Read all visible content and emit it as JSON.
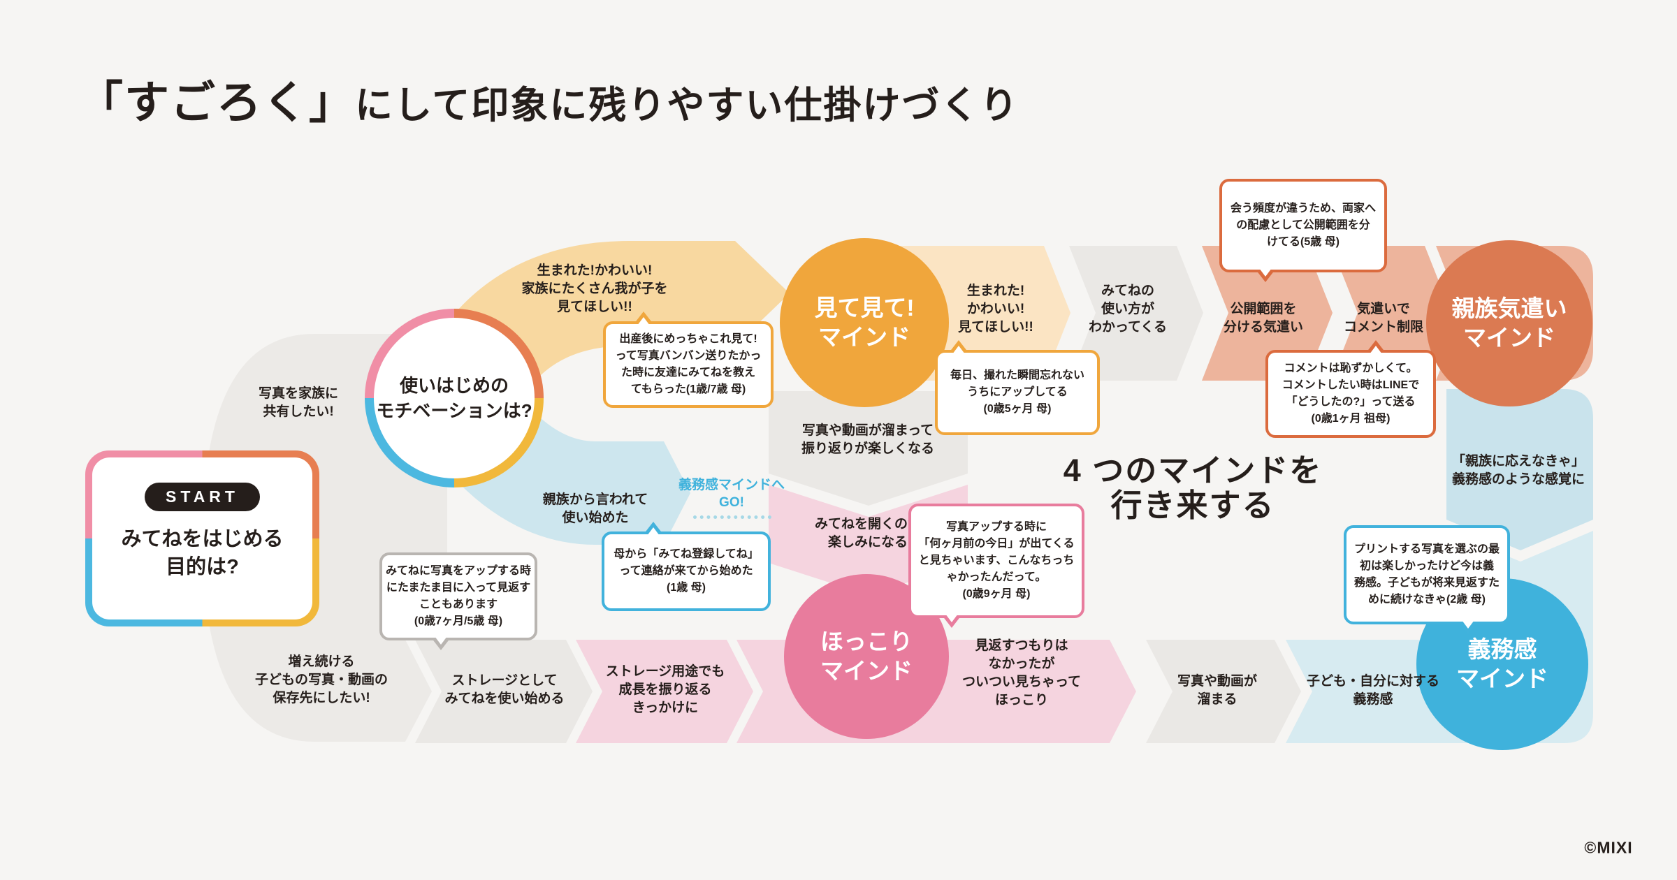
{
  "title": {
    "bracket": "「すごろく」",
    "rest": "にして印象に残りやすい仕掛けづくり"
  },
  "credit": "©MIXI",
  "colors": {
    "background": "#F6F5F3",
    "ink": "#251E1B",
    "mind_mitemite": "#F0A63C",
    "mind_hokkori": "#E87C9D",
    "mind_shinzoku": "#DB7A52",
    "mind_gimukan": "#3FB2DC",
    "band_yellow": "#F8D8A0",
    "band_light_orange": "#FBE4C3",
    "band_gray": "#EAE8E5",
    "band_salmon": "#EDB49C",
    "band_pink": "#F5D4DF",
    "band_light_blue": "#CDE6EE",
    "start_border": [
      "#F08EA6",
      "#E77E51",
      "#F1B83B",
      "#4CB8E0"
    ]
  },
  "start": {
    "badge": "START",
    "question_lines": [
      "みてねをはじめる",
      "目的は?"
    ]
  },
  "motivation": {
    "lines": [
      "使いはじめの",
      "モチベーションは?"
    ]
  },
  "center_note": {
    "lines": [
      "4 つのマインドを",
      "行き来する"
    ]
  },
  "minds": {
    "mitemite": {
      "lines": [
        "見て見て!",
        "マインド"
      ]
    },
    "hokkori": {
      "lines": [
        "ほっこり",
        "マインド"
      ]
    },
    "shinzoku": {
      "lines": [
        "親族気遣い",
        "マインド"
      ]
    },
    "gimukan": {
      "lines": [
        "義務感",
        "マインド"
      ]
    }
  },
  "steps": {
    "share_family": {
      "lines": [
        "写真を家族に",
        "共有したい!"
      ]
    },
    "born_family": {
      "lines": [
        "生まれた!かわいい!",
        "家族にたくさん我が子を",
        "見てほしい!!"
      ]
    },
    "born_short": {
      "lines": [
        "生まれた!",
        "かわいい!",
        "見てほしい!!"
      ]
    },
    "usage_clear": {
      "lines": [
        "みてねの",
        "使い方が",
        "わかってくる"
      ]
    },
    "scope_care": {
      "lines": [
        "公開範囲を",
        "分ける気遣い"
      ]
    },
    "comment_limit": {
      "lines": [
        "気遣いで",
        "コメント制限"
      ]
    },
    "obligation_feel": {
      "lines": [
        "「親族に応えなきゃ」",
        "義務感のような感覚に"
      ]
    },
    "photos_accumulate_fun": {
      "lines": [
        "写真や動画が溜まって",
        "振り返りが楽しくなる"
      ]
    },
    "open_fun": {
      "lines": [
        "みてねを開くのが",
        "楽しみになる"
      ]
    },
    "relatives_told": {
      "lines": [
        "親族から言われて",
        "使い始めた"
      ]
    },
    "go_gimukan": {
      "lines": [
        "義務感マインドへ",
        "GO!"
      ]
    },
    "storage_wish": {
      "lines": [
        "増え続ける",
        "子どもの写真・動画の",
        "保存先にしたい!"
      ]
    },
    "storage_start": {
      "lines": [
        "ストレージとして",
        "みてねを使い始める"
      ]
    },
    "storage_lookback": {
      "lines": [
        "ストレージ用途でも",
        "成長を振り返る",
        "きっかけに"
      ]
    },
    "unintended_lookback": {
      "lines": [
        "見返すつもりは",
        "なかったが",
        "ついつい見ちゃって",
        "ほっこり"
      ]
    },
    "photos_pile": {
      "lines": [
        "写真や動画が",
        "溜まる"
      ]
    },
    "duty_self": {
      "lines": [
        "子ども・自分に対する",
        "義務感"
      ]
    }
  },
  "bubbles": {
    "upload_glance": {
      "lines": [
        "みてねに写真をアップする時",
        "にたまたま目に入って見返す",
        "こともあります",
        "(0歳7ヶ月/5歳 母)"
      ]
    },
    "after_birth": {
      "lines": [
        "出産後にめっちゃこれ見て!",
        "って写真バンバン送りたかっ",
        "た時に友達にみてねを教え",
        "てもらった(1歳/7歳 母)"
      ]
    },
    "everyday_upload": {
      "lines": [
        "毎日、撮れた瞬間忘れない",
        "うちにアップしてる",
        "(0歳5ヶ月 母)"
      ]
    },
    "meet_frequency": {
      "lines": [
        "会う頻度が違うため、両家へ",
        "の配慮として公開範囲を分",
        "けてる(5歳 母)"
      ]
    },
    "comment_shy": {
      "lines": [
        "コメントは恥ずかしくて。",
        "コメントしたい時はLINEで",
        "「どうしたの?」って送る",
        "(0歳1ヶ月 祖母)"
      ]
    },
    "mother_contact": {
      "lines": [
        "母から「みてね登録してね」",
        "って連絡が来てから始めた",
        "(1歳 母)"
      ]
    },
    "months_ago_today": {
      "lines": [
        "写真アップする時に",
        "「何ヶ月前の今日」が出てくる",
        "と見ちゃいます、こんなちっち",
        "ゃかったんだって。",
        "(0歳9ヶ月 母)"
      ]
    },
    "print_duty": {
      "lines": [
        "プリントする写真を選ぶの最",
        "初は楽しかったけど今は義",
        "務感。子どもが将来見返すた",
        "めに続けなきゃ(2歳 母)"
      ]
    }
  }
}
